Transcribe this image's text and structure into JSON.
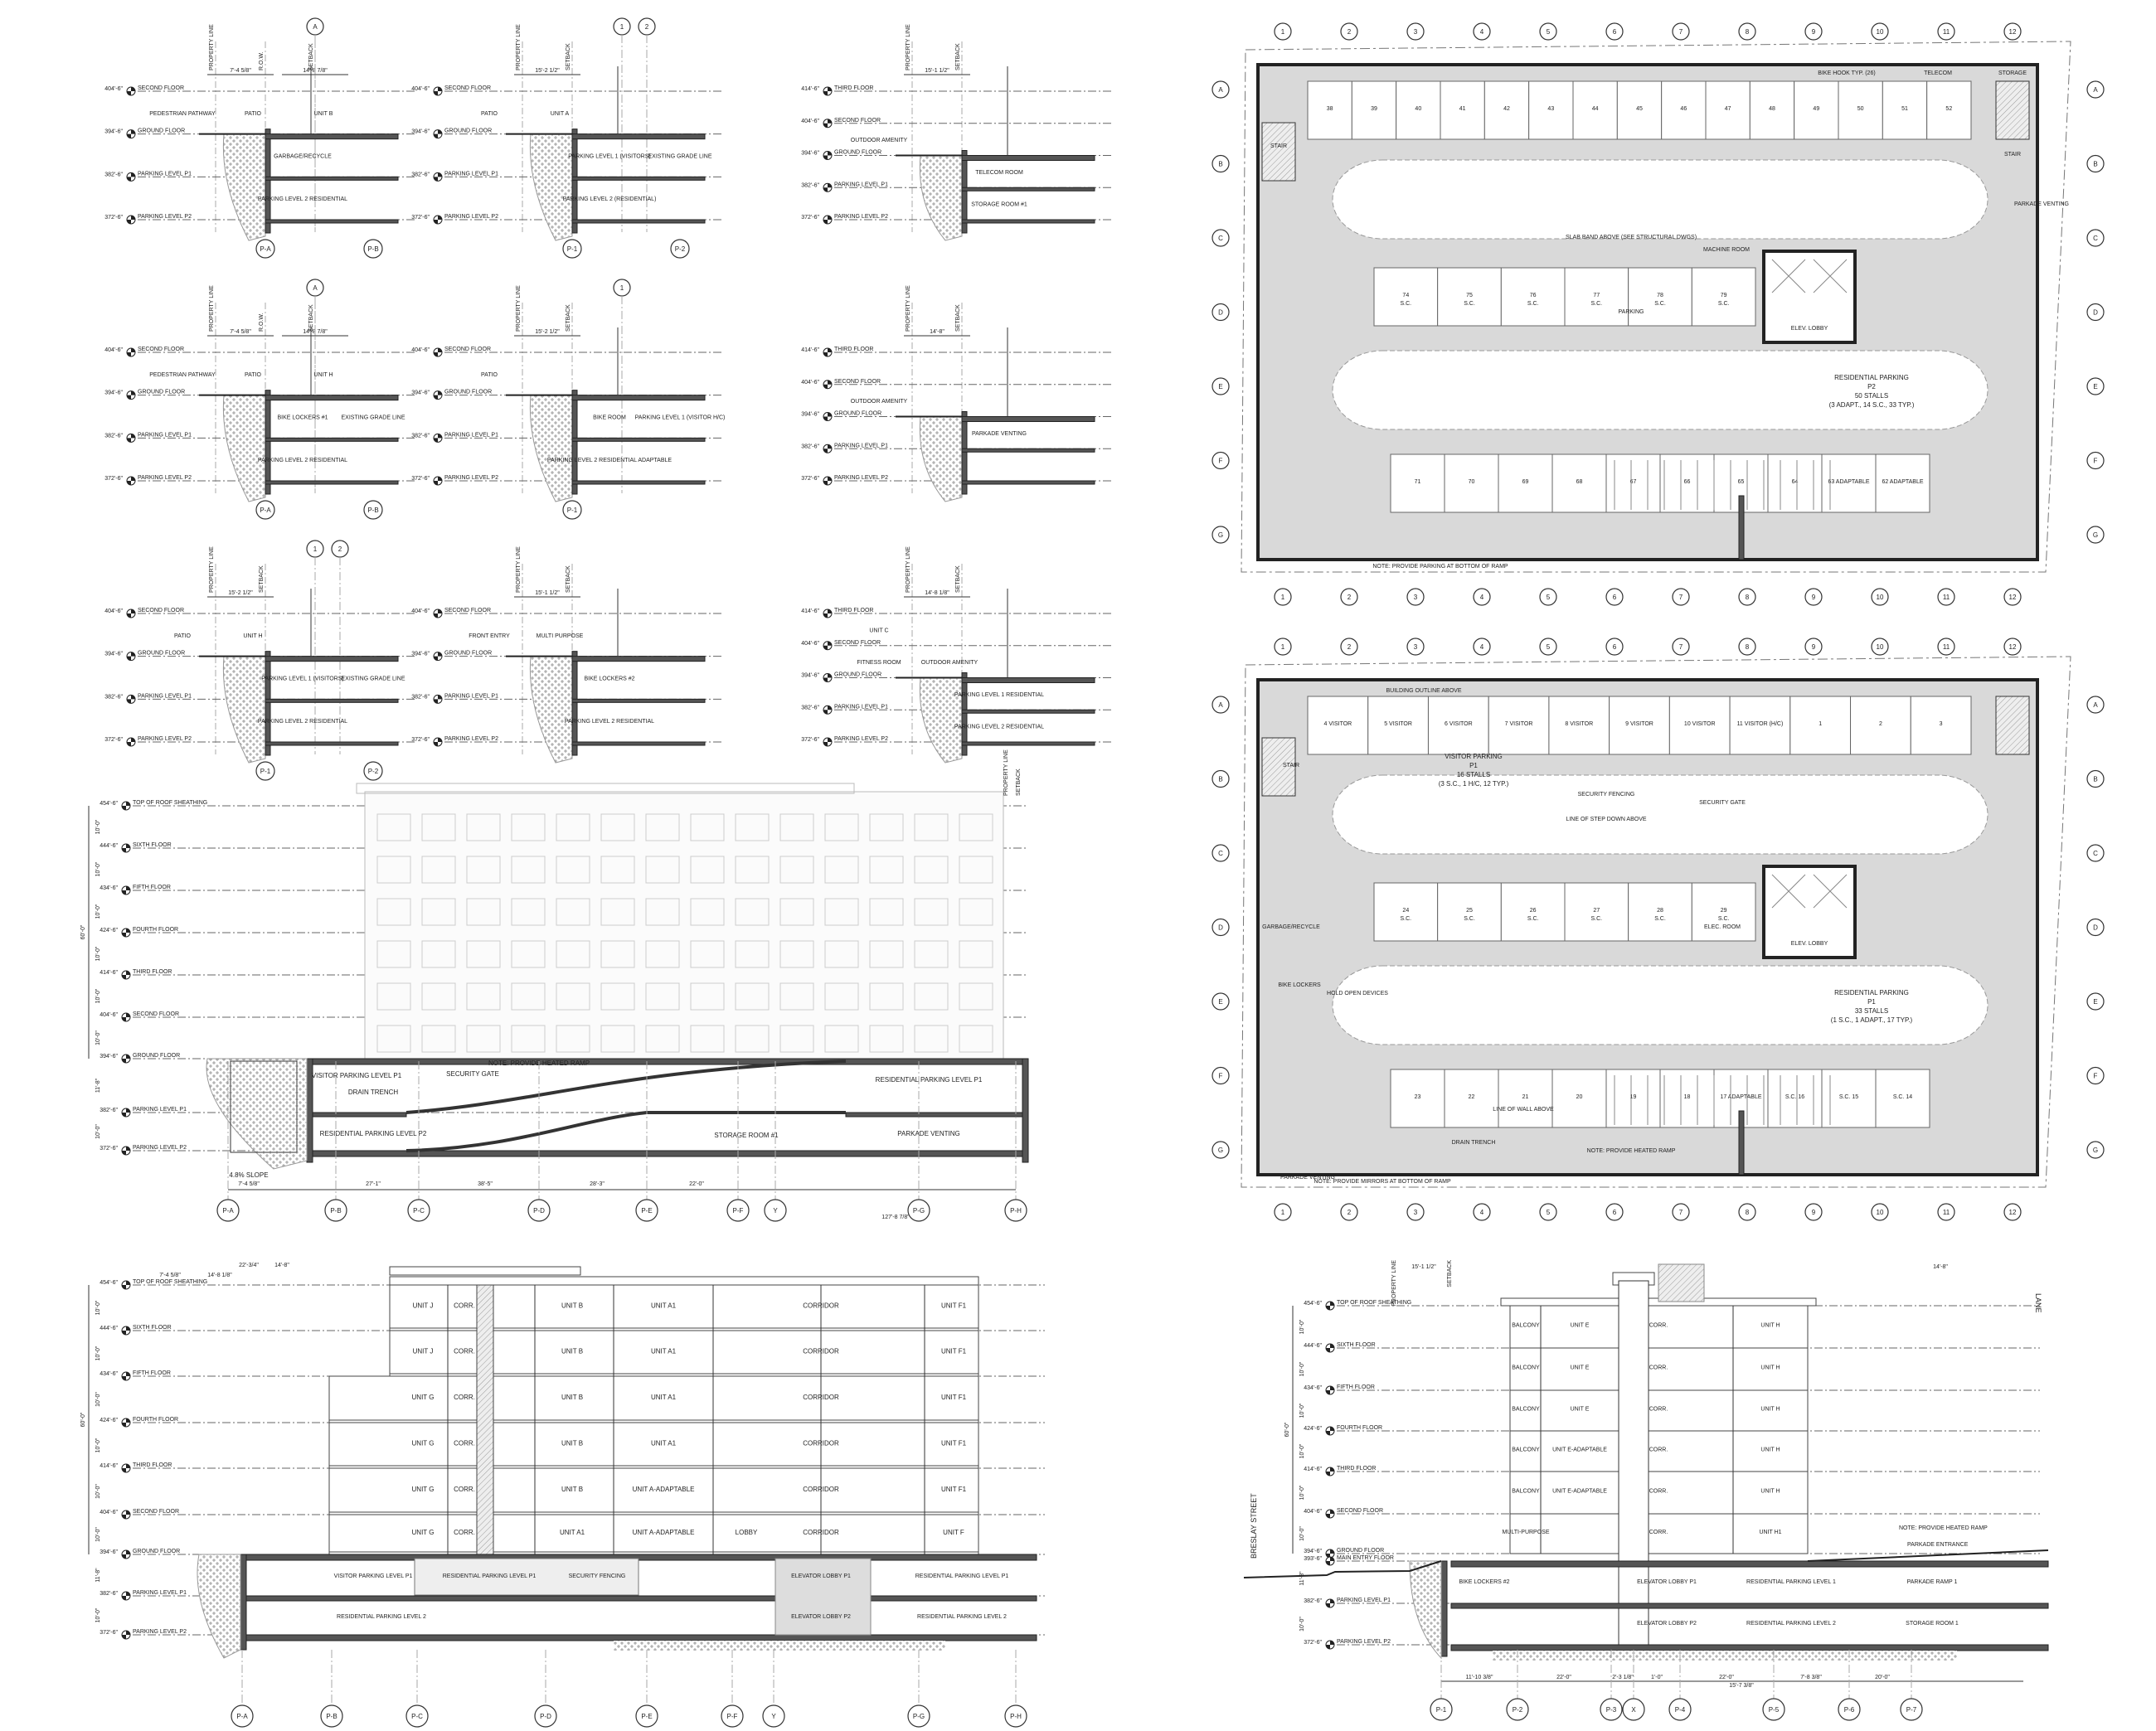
{
  "colors": {
    "line": "#333333",
    "slab": "#555555",
    "aisle": "#d9d9d9",
    "soil": "#888888"
  },
  "small_sections": [
    {
      "top_bubbles": [
        "A"
      ],
      "dims": [
        "7'-4 5/8\"",
        "14'-8 7/8\""
      ],
      "marks": [
        "PROPERTY LINE",
        "R.O.W.",
        "SETBACK"
      ],
      "levels": [
        {
          "elev": "404'-6\"",
          "name": "SECOND FLOOR"
        },
        {
          "elev": "394'-6\"",
          "name": "GROUND FLOOR"
        },
        {
          "elev": "382'-6\"",
          "name": "PARKING LEVEL P1"
        },
        {
          "elev": "372'-6\"",
          "name": "PARKING LEVEL P2"
        }
      ],
      "rooms": [
        {
          "band": 0,
          "text": "PEDESTRIAN PATHWAY"
        },
        {
          "band": 0,
          "text": "PATIO"
        },
        {
          "band": 0,
          "text": "UNIT B"
        },
        {
          "band": 1,
          "text": "GARBAGE/RECYCLE"
        },
        {
          "band": 2,
          "text": "PARKING LEVEL 2 RESIDENTIAL"
        }
      ],
      "bubbles": [
        "P-A",
        "P-B"
      ]
    },
    {
      "top_bubbles": [
        "1",
        "2"
      ],
      "dims": [
        "15'-2 1/2\""
      ],
      "marks": [
        "PROPERTY LINE",
        "SETBACK"
      ],
      "levels": [
        {
          "elev": "404'-6\"",
          "name": "SECOND FLOOR"
        },
        {
          "elev": "394'-6\"",
          "name": "GROUND FLOOR"
        },
        {
          "elev": "382'-6\"",
          "name": "PARKING LEVEL P1"
        },
        {
          "elev": "372'-6\"",
          "name": "PARKING LEVEL P2"
        }
      ],
      "rooms": [
        {
          "band": 0,
          "text": "PATIO"
        },
        {
          "band": 0,
          "text": "UNIT A"
        },
        {
          "band": 1,
          "text": "PARKING LEVEL 1 (VISITORS)"
        },
        {
          "band": 1,
          "text": "EXISTING GRADE LINE"
        },
        {
          "band": 2,
          "text": "PARKING LEVEL 2 (RESIDENTIAL)"
        }
      ],
      "bubbles": [
        "P-1",
        "P-2"
      ]
    },
    {
      "top_bubbles": [],
      "dims": [
        "15'-1 1/2\""
      ],
      "marks": [
        "PROPERTY LINE",
        "SETBACK"
      ],
      "levels": [
        {
          "elev": "414'-6\"",
          "name": "THIRD FLOOR"
        },
        {
          "elev": "404'-6\"",
          "name": "SECOND FLOOR"
        },
        {
          "elev": "394'-6\"",
          "name": "GROUND FLOOR"
        },
        {
          "elev": "382'-6\"",
          "name": "PARKING LEVEL P1"
        },
        {
          "elev": "372'-6\"",
          "name": "PARKING LEVEL P2"
        }
      ],
      "rooms": [
        {
          "band": 1,
          "text": "OUTDOOR AMENITY"
        },
        {
          "band": 2,
          "text": "TELECOM ROOM"
        },
        {
          "band": 3,
          "text": "STORAGE ROOM #1"
        }
      ],
      "bubbles": []
    },
    {
      "top_bubbles": [
        "A"
      ],
      "dims": [
        "7'-4 5/8\"",
        "14'-8 7/8\""
      ],
      "marks": [
        "PROPERTY LINE",
        "R.O.W.",
        "SETBACK"
      ],
      "levels": [
        {
          "elev": "404'-6\"",
          "name": "SECOND FLOOR"
        },
        {
          "elev": "394'-6\"",
          "name": "GROUND FLOOR"
        },
        {
          "elev": "382'-6\"",
          "name": "PARKING LEVEL P1"
        },
        {
          "elev": "372'-6\"",
          "name": "PARKING LEVEL P2"
        }
      ],
      "rooms": [
        {
          "band": 0,
          "text": "PEDESTRIAN PATHWAY"
        },
        {
          "band": 0,
          "text": "PATIO"
        },
        {
          "band": 0,
          "text": "UNIT H"
        },
        {
          "band": 1,
          "text": "BIKE LOCKERS #1"
        },
        {
          "band": 1,
          "text": "EXISTING GRADE LINE"
        },
        {
          "band": 2,
          "text": "PARKING LEVEL 2 RESIDENTIAL"
        }
      ],
      "bubbles": [
        "P-A",
        "P-B"
      ]
    },
    {
      "top_bubbles": [
        "1"
      ],
      "dims": [
        "15'-2 1/2\""
      ],
      "marks": [
        "PROPERTY LINE",
        "SETBACK"
      ],
      "levels": [
        {
          "elev": "404'-6\"",
          "name": "SECOND FLOOR"
        },
        {
          "elev": "394'-6\"",
          "name": "GROUND FLOOR"
        },
        {
          "elev": "382'-6\"",
          "name": "PARKING LEVEL P1"
        },
        {
          "elev": "372'-6\"",
          "name": "PARKING LEVEL P2"
        }
      ],
      "rooms": [
        {
          "band": 0,
          "text": "PATIO"
        },
        {
          "band": 1,
          "text": "BIKE ROOM"
        },
        {
          "band": 1,
          "text": "PARKING LEVEL 1 (VISITOR H/C)"
        },
        {
          "band": 2,
          "text": "PARKING LEVEL 2 RESIDENTIAL ADAPTABLE"
        }
      ],
      "bubbles": [
        "P-1"
      ]
    },
    {
      "top_bubbles": [],
      "dims": [
        "14'-8\""
      ],
      "marks": [
        "PROPERTY LINE",
        "SETBACK"
      ],
      "levels": [
        {
          "elev": "414'-6\"",
          "name": "THIRD FLOOR"
        },
        {
          "elev": "404'-6\"",
          "name": "SECOND FLOOR"
        },
        {
          "elev": "394'-6\"",
          "name": "GROUND FLOOR"
        },
        {
          "elev": "382'-6\"",
          "name": "PARKING LEVEL P1"
        },
        {
          "elev": "372'-6\"",
          "name": "PARKING LEVEL P2"
        }
      ],
      "rooms": [
        {
          "band": 1,
          "text": "OUTDOOR AMENITY"
        },
        {
          "band": 2,
          "text": "PARKADE VENTING"
        }
      ],
      "bubbles": []
    },
    {
      "top_bubbles": [
        "1",
        "2"
      ],
      "dims": [
        "15'-2 1/2\""
      ],
      "marks": [
        "PROPERTY LINE",
        "SETBACK"
      ],
      "levels": [
        {
          "elev": "404'-6\"",
          "name": "SECOND FLOOR"
        },
        {
          "elev": "394'-6\"",
          "name": "GROUND FLOOR"
        },
        {
          "elev": "382'-6\"",
          "name": "PARKING LEVEL P1"
        },
        {
          "elev": "372'-6\"",
          "name": "PARKING LEVEL P2"
        }
      ],
      "rooms": [
        {
          "band": 0,
          "text": "PATIO"
        },
        {
          "band": 0,
          "text": "UNIT H"
        },
        {
          "band": 1,
          "text": "PARKING LEVEL 1 (VISITORS)"
        },
        {
          "band": 1,
          "text": "EXISTING GRADE LINE"
        },
        {
          "band": 2,
          "text": "PARKING LEVEL 2 RESIDENTIAL"
        }
      ],
      "bubbles": [
        "P-1",
        "P-2"
      ]
    },
    {
      "top_bubbles": [],
      "dims": [
        "15'-1 1/2\""
      ],
      "marks": [
        "PROPERTY LINE",
        "SETBACK"
      ],
      "levels": [
        {
          "elev": "404'-6\"",
          "name": "SECOND FLOOR"
        },
        {
          "elev": "394'-6\"",
          "name": "GROUND FLOOR"
        },
        {
          "elev": "382'-6\"",
          "name": "PARKING LEVEL P1"
        },
        {
          "elev": "372'-6\"",
          "name": "PARKING LEVEL P2"
        }
      ],
      "rooms": [
        {
          "band": 0,
          "text": "FRONT ENTRY"
        },
        {
          "band": 0,
          "text": "MULTI PURPOSE"
        },
        {
          "band": 1,
          "text": "BIKE LOCKERS #2"
        },
        {
          "band": 2,
          "text": "PARKING LEVEL 2 RESIDENTIAL"
        }
      ],
      "bubbles": []
    },
    {
      "top_bubbles": [],
      "dims": [
        "14'-8 1/8\""
      ],
      "marks": [
        "PROPERTY LINE",
        "SETBACK"
      ],
      "levels": [
        {
          "elev": "414'-6\"",
          "name": "THIRD FLOOR"
        },
        {
          "elev": "404'-6\"",
          "name": "SECOND FLOOR"
        },
        {
          "elev": "394'-6\"",
          "name": "GROUND FLOOR"
        },
        {
          "elev": "382'-6\"",
          "name": "PARKING LEVEL P1"
        },
        {
          "elev": "372'-6\"",
          "name": "PARKING LEVEL P2"
        }
      ],
      "rooms": [
        {
          "band": 0,
          "text": "UNIT C"
        },
        {
          "band": 1,
          "text": "FITNESS ROOM"
        },
        {
          "band": 1,
          "text": "OUTDOOR AMENITY"
        },
        {
          "band": 2,
          "text": "PARKING LEVEL 1 RESIDENTIAL"
        },
        {
          "band": 3,
          "text": "PARKING LEVEL 2 RESIDENTIAL"
        }
      ],
      "bubbles": []
    }
  ],
  "building_levels": [
    {
      "elev": "454'-6\"",
      "name": "TOP OF ROOF SHEATHING"
    },
    {
      "elev": "444'-6\"",
      "name": "SIXTH FLOOR"
    },
    {
      "elev": "434'-6\"",
      "name": "FIFTH FLOOR"
    },
    {
      "elev": "424'-6\"",
      "name": "FOURTH FLOOR"
    },
    {
      "elev": "414'-6\"",
      "name": "THIRD FLOOR"
    },
    {
      "elev": "404'-6\"",
      "name": "SECOND FLOOR"
    },
    {
      "elev": "394'-6\"",
      "name": "GROUND FLOOR"
    },
    {
      "elev": "382'-6\"",
      "name": "PARKING LEVEL P1"
    },
    {
      "elev": "372'-6\"",
      "name": "PARKING LEVEL P2"
    }
  ],
  "floor_heights": [
    "10'-0\"",
    "10'-0\"",
    "10'-0\"",
    "10'-0\"",
    "10'-0\"",
    "10'-0\"",
    "11'-8\"",
    "10'-0\""
  ],
  "overall_height": "60'-0\"",
  "long_section_1": {
    "labels": [
      "VISITOR PARKING LEVEL P1",
      "SECURITY GATE",
      "DRAIN TRENCH",
      "NOTE: PROVIDE HEATED RAMP",
      "RESIDENTIAL PARKING LEVEL P1",
      "RESIDENTIAL PARKING LEVEL P2",
      "STORAGE ROOM #1",
      "PARKADE VENTING",
      "4.8% SLOPE",
      "PROPERTY LINE",
      "SETBACK"
    ],
    "dims": [
      "7'-4 5/8\"",
      "27'-1\"",
      "38'-5\"",
      "28'-3\"",
      "22'-0\"",
      "127'-8 7/8\""
    ],
    "bubbles": [
      "P-A",
      "P-B",
      "P-C",
      "P-D",
      "P-E",
      "P-F",
      "Y",
      "P-G",
      "P-H"
    ]
  },
  "long_section_2": {
    "units": [
      [
        "UNIT J",
        "CORR.",
        "UNIT B",
        "UNIT A1",
        "CORRIDOR",
        "UNIT F1"
      ],
      [
        "UNIT J",
        "CORR.",
        "UNIT B",
        "UNIT A1",
        "CORRIDOR",
        "UNIT F1"
      ],
      [
        "UNIT G",
        "CORR.",
        "UNIT B",
        "UNIT A1",
        "CORRIDOR",
        "UNIT F1"
      ],
      [
        "UNIT G",
        "CORR.",
        "UNIT B",
        "UNIT A1",
        "CORRIDOR",
        "UNIT F1"
      ],
      [
        "UNIT G",
        "CORR.",
        "UNIT B",
        "UNIT A-ADAPTABLE",
        "CORRIDOR",
        "UNIT F1"
      ],
      [
        "UNIT G",
        "CORR.",
        "UNIT A1",
        "UNIT A-ADAPTABLE",
        "CORRIDOR",
        "UNIT F"
      ]
    ],
    "lobby": "LOBBY",
    "parkade_p1": [
      "VISITOR PARKING LEVEL P1",
      "RESIDENTIAL PARKING LEVEL P1",
      "SECURITY FENCING",
      "ELEVATOR LOBBY P1",
      "RESIDENTIAL PARKING LEVEL P1"
    ],
    "parkade_p2": [
      "RESIDENTIAL PARKING LEVEL 2",
      "ELEVATOR LOBBY P2",
      "RESIDENTIAL PARKING LEVEL 2"
    ],
    "dims": [
      "7'-4 5/8\"",
      "14'-8 1/8\"",
      "22'-3/4\"",
      "14'-8\""
    ],
    "bubbles": [
      "P-A",
      "P-B",
      "P-C",
      "P-D",
      "P-E",
      "P-F",
      "Y",
      "P-G",
      "P-H"
    ]
  },
  "cross_section": {
    "units": [
      [
        "BALCONY",
        "UNIT E",
        "CORR.",
        "UNIT H"
      ],
      [
        "BALCONY",
        "UNIT E",
        "CORR.",
        "UNIT H"
      ],
      [
        "BALCONY",
        "UNIT E",
        "CORR.",
        "UNIT H"
      ],
      [
        "BALCONY",
        "UNIT E-ADAPTABLE",
        "CORR.",
        "UNIT H"
      ],
      [
        "BALCONY",
        "UNIT E-ADAPTABLE",
        "CORR.",
        "UNIT H"
      ],
      [
        "MULTI-PURPOSE",
        "",
        "CORR.",
        "UNIT H1"
      ]
    ],
    "extra_level": {
      "elev": "393'-6\"",
      "name": "MAIN ENTRY FLOOR"
    },
    "parkade_p1": [
      "BIKE LOCKERS #2",
      "ELEVATOR LOBBY P1",
      "RESIDENTIAL PARKING LEVEL 1",
      "PARKADE RAMP 1"
    ],
    "parkade_p2": [
      "ELEVATOR LOBBY P2",
      "RESIDENTIAL PARKING LEVEL 2",
      "STORAGE ROOM 1"
    ],
    "notes": [
      "NOTE: PROVIDE HEATED RAMP",
      "PARKADE ENTRANCE",
      "BRESLAY STREET",
      "LANE",
      "PROPERTY LINE",
      "SETBACK"
    ],
    "dims": [
      "15'-1 1/2\"",
      "14'-8\"",
      "11'-10 3/8\"",
      "22'-0\"",
      "2'-3 1/8\"",
      "1'-0\"",
      "22'-0\"",
      "7'-8 3/8\"",
      "20'-0\"",
      "15'-7 3/8\""
    ],
    "bubbles": [
      "P-1",
      "P-2",
      "P-3",
      "X",
      "P-4",
      "P-5",
      "P-6",
      "P-7"
    ]
  },
  "plan_p2": {
    "title": [
      "RESIDENTIAL PARKING",
      "P2",
      "50 STALLS",
      "(3 ADAPT., 14 S.C., 33 TYP.)"
    ],
    "rooms": [
      "MACHINE ROOM",
      "ELEV. LOBBY",
      "PARKING",
      "STAIR",
      "STAIR",
      "TELECOM",
      "STORAGE",
      "SLAB BAND ABOVE (SEE STRUCTURAL DWGS)",
      "NOTE: PROVIDE PARKING AT BOTTOM OF RAMP",
      "BIKE HOOK TYP. (26)",
      "PARKADE VENTING"
    ],
    "stalls_top": [
      "38",
      "39",
      "40",
      "41",
      "42",
      "43",
      "44",
      "45",
      "46",
      "47",
      "48",
      "49",
      "50",
      "51",
      "52"
    ],
    "stalls_mid": [
      "74",
      "75",
      "76",
      "77",
      "78",
      "79"
    ],
    "stalls_mid_tag": "S.C.",
    "stalls_low": [
      "71",
      "70",
      "69",
      "68",
      "67",
      "66",
      "65",
      "64",
      "63 ADAPTABLE",
      "62 ADAPTABLE"
    ],
    "top_bubbles": [
      "1",
      "2",
      "3",
      "4",
      "5",
      "6",
      "7",
      "8",
      "9",
      "10",
      "11",
      "12"
    ],
    "side_bubbles": [
      "A",
      "B",
      "C",
      "D",
      "E",
      "F",
      "G"
    ]
  },
  "plan_p1": {
    "title": [
      "RESIDENTIAL PARKING",
      "P1",
      "33 STALLS",
      "(1 S.C., 1 ADAPT., 17 TYP.)"
    ],
    "visitor_title": [
      "VISITOR PARKING",
      "P1",
      "16 STALLS",
      "(3 S.C., 1 H/C, 12 TYP.)"
    ],
    "rooms": [
      "STAIR",
      "GARBAGE/RECYCLE",
      "BIKE LOCKERS",
      "ELEC. ROOM",
      "ELEV. LOBBY",
      "SECURITY FENCING",
      "SECURITY GATE",
      "HOLD OPEN DEVICES",
      "DRAIN TRENCH",
      "LINE OF WALL ABOVE",
      "NOTE: PROVIDE HEATED RAMP",
      "NOTE: PROVIDE MIRRORS AT BOTTOM OF RAMP",
      "PARKADE VENTING",
      "BUILDING OUTLINE ABOVE",
      "LINE OF STEP DOWN ABOVE"
    ],
    "stalls_top": [
      "4 VISITOR",
      "5 VISITOR",
      "6 VISITOR",
      "7 VISITOR",
      "8 VISITOR",
      "9 VISITOR",
      "10 VISITOR",
      "11 VISITOR (H/C)",
      "1",
      "2",
      "3"
    ],
    "stalls_mid": [
      "24",
      "25",
      "26",
      "27",
      "28",
      "29"
    ],
    "stalls_mid_tag": "S.C.",
    "stalls_low": [
      "23",
      "22",
      "21",
      "20",
      "19",
      "18",
      "17 ADAPTABLE",
      "S.C. 16",
      "S.C. 15",
      "S.C. 14"
    ],
    "top_bubbles": [
      "1",
      "2",
      "3",
      "4",
      "5",
      "6",
      "7",
      "8",
      "9",
      "10",
      "11",
      "12"
    ],
    "side_bubbles": [
      "A",
      "B",
      "C",
      "D",
      "E",
      "F",
      "G"
    ]
  }
}
